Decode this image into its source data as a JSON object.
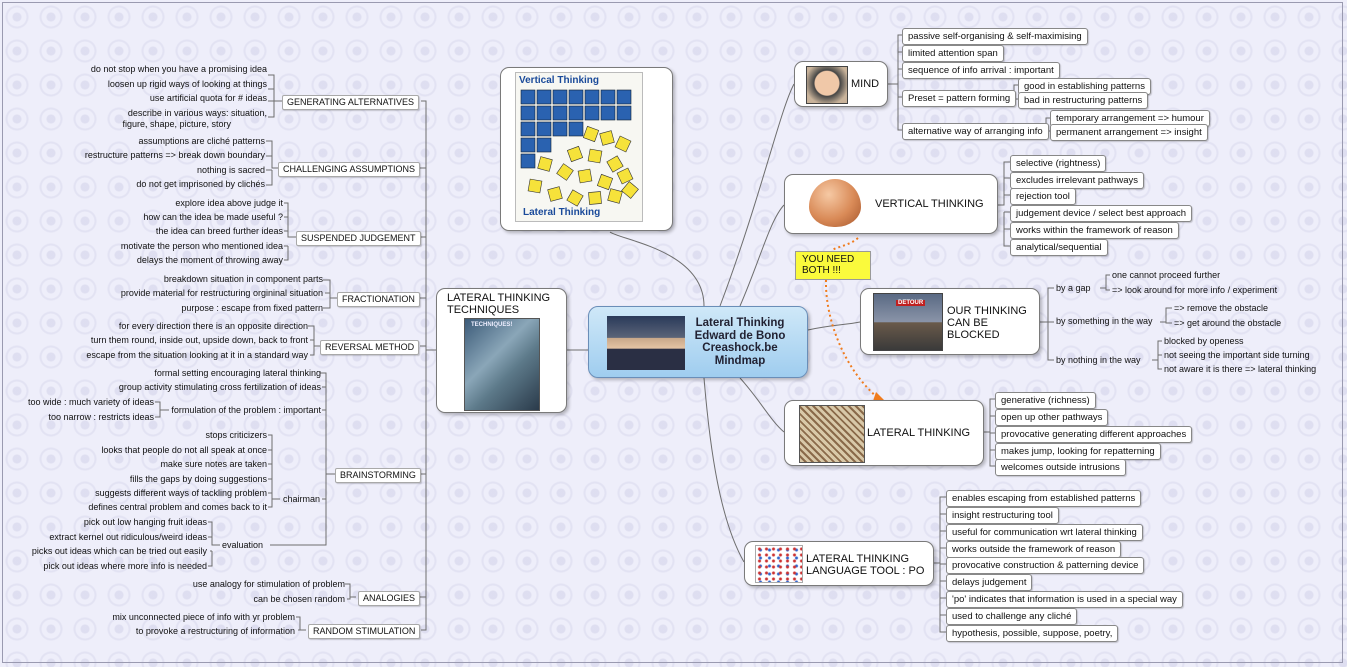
{
  "center": {
    "lines": [
      "Lateral Thinking",
      "Edward de Bono",
      "Creashock.be",
      "Mindmap"
    ]
  },
  "callout": {
    "lines": [
      "YOU NEED",
      "BOTH !!!"
    ]
  },
  "image_node": {
    "title": "Vertical Thinking",
    "caption": "Lateral Thinking"
  },
  "techniques": {
    "title_lines": [
      "LATERAL THINKING",
      "TECHNIQUES"
    ],
    "book_label": "TECHNIQUES!"
  },
  "left_branches": {
    "generating_alternatives": {
      "label": "GENERATING ALTERNATIVES",
      "items": [
        "do not stop when you have a promising idea",
        "loosen up rigid ways of looking at things",
        "use artificial quota for # ideas",
        "describe  in various ways: situation,",
        "figure, shape, picture, story"
      ]
    },
    "challenging_assumptions": {
      "label": "CHALLENGING ASSUMPTIONS",
      "items": [
        "assumptions are cliché patterns",
        "restructure patterns => break down boundary",
        "nothing is sacred",
        "do not get imprisoned by clichés"
      ]
    },
    "suspended_judgement": {
      "label": "SUSPENDED JUDGEMENT",
      "items": [
        "explore idea above judge it",
        "how can the idea be made useful ?",
        "the idea can breed further ideas",
        "motivate the person who mentioned idea",
        "delays the moment of throwing away"
      ]
    },
    "fractionation": {
      "label": "FRACTIONATION",
      "items": [
        "breakdown situation in component parts",
        "provide material for restructuring orgininal situation",
        "purpose : escape from fixed pattern"
      ]
    },
    "reversal_method": {
      "label": "REVERSAL METHOD",
      "items": [
        "for every direction there is an opposite direction",
        "turn them round, inside out, upside down, back to front",
        "escape from the situation looking at it in a standard way"
      ]
    },
    "brainstorming": {
      "label": "BRAINSTORMING",
      "items": [
        "formal setting encouraging lateral thinking",
        "group activity stimulating cross fertilization of ideas",
        "formulation of the problem : important",
        "too wide : much variety of ideas",
        "too narrow : restricts ideas"
      ],
      "chairman": {
        "label": "chairman",
        "items": [
          "stops criticizers",
          "looks that people do not all speak at once",
          "make sure notes are taken",
          "fills the gaps by doing suggestions",
          "suggests different ways of tackling problem",
          "defines central problem and comes back to it"
        ]
      },
      "evaluation": {
        "label": "evaluation",
        "items": [
          "pick out low hanging fruit ideas",
          "extract kernel out ridiculous/weird ideas",
          "picks out ideas which can be tried out easily",
          "pick out ideas where more info is needed"
        ]
      }
    },
    "analogies": {
      "label": "ANALOGIES",
      "items": [
        "use analogy for stimulation of problem",
        "can be chosen random"
      ]
    },
    "random_stimulation": {
      "label": "RANDOM STIMULATION",
      "items": [
        "mix unconnected piece of info with yr problem",
        "to provoke a restructuring of information"
      ]
    }
  },
  "right_branches": {
    "mind": {
      "label": "MIND",
      "items": [
        "passive self-organising & self-maximising",
        "limited attention span",
        "sequence of info arrival : important",
        "Preset = pattern forming",
        "good in establishing patterns",
        "bad in restructuring patterns",
        "alternative way of arranging info",
        "temporary arrangement => humour",
        "permanent arrangement  => insight"
      ]
    },
    "vertical": {
      "label": "VERTICAL THINKING",
      "items": [
        "selective (rightness)",
        "excludes irrelevant  pathways",
        "rejection tool",
        "judgement device / select best approach",
        "works within the framework of reason",
        "analytical/sequential"
      ]
    },
    "blocked": {
      "label_lines": [
        "OUR THINKING",
        "CAN BE",
        "BLOCKED"
      ],
      "sign": "DETOUR",
      "items": [
        "by a gap",
        "one cannot proceed further",
        "=> look around for more info / experiment",
        "by something in the way",
        "=> remove the obstacle",
        "=> get around the obstacle",
        "by nothing in the way",
        "blocked by openess",
        "not seeing the important side turning",
        "not aware it is there => lateral thinking"
      ]
    },
    "lateral": {
      "label": "LATERAL THINKING",
      "items": [
        "generative (richness)",
        "open up other pathways",
        "provocative generating different approaches",
        "makes jump, looking for repatterning",
        "welcomes outside intrusions"
      ]
    },
    "po": {
      "label_lines": [
        "LATERAL THINKING",
        "LANGUAGE TOOL : PO"
      ],
      "items": [
        "enables escaping from established patterns",
        "insight restructuring tool",
        "useful for communication wrt lateral thinking",
        "works outside the framework of reason",
        "provocative construction & patterning device",
        "delays judgement",
        "'po' indicates that information is used in a special way",
        "used to challenge any cliché",
        "hypothesis, possible, suppose, poetry,"
      ]
    }
  },
  "colors": {
    "background": "#eeeefa",
    "center_top": "#cfe8f8",
    "center_bottom": "#9fcdef",
    "callout": "#fafa3c",
    "arrow": "#f07c1e",
    "link": "#6e6e6e",
    "thinking_blue": "#2a62b0",
    "thinking_yellow": "#f6e23a"
  },
  "icons": [
    "face-photo-icon",
    "egg-icon",
    "detour-sign-icon",
    "maze-icon",
    "scribble-icon",
    "book-cover-icon"
  ]
}
